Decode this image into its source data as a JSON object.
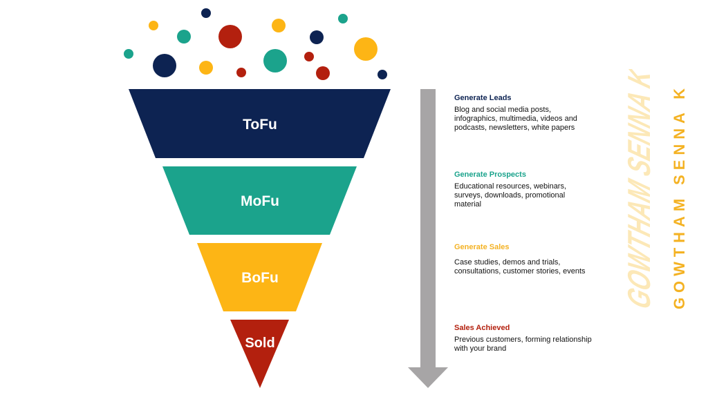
{
  "colors": {
    "navy": "#0d2352",
    "teal": "#1ba38c",
    "gold": "#fdb515",
    "red": "#b3200e",
    "arrow": "#a7a5a6",
    "brand_solid": "#f4b223",
    "brand_ghost": "#fce6b0"
  },
  "funnel": {
    "stages": [
      {
        "label": "ToFu",
        "color": "#0d2352"
      },
      {
        "label": "MoFu",
        "color": "#1ba38c"
      },
      {
        "label": "BoFu",
        "color": "#fdb515"
      },
      {
        "label": "Sold",
        "color": "#b3200e"
      }
    ]
  },
  "descriptions": [
    {
      "title": "Generate Leads",
      "color": "#0d2352",
      "text": "Blog and social media posts, infographics, multimedia, videos and podcasts, newsletters, white papers"
    },
    {
      "title": "Generate Prospects",
      "color": "#1ba38c",
      "text": "Educational resources, webinars, surveys, downloads, promotional material"
    },
    {
      "title": "Generate Sales",
      "color": "#f4b223",
      "text": "Case studies, demos and trials, consultations, customer stories, events"
    },
    {
      "title": "Sales Achieved",
      "color": "#b3200e",
      "text": "Previous customers, forming relationship with your brand"
    }
  ],
  "brand": {
    "solid": "GOWTHAM SENNA K",
    "ghost": "GOWTHAM SENNA K"
  }
}
